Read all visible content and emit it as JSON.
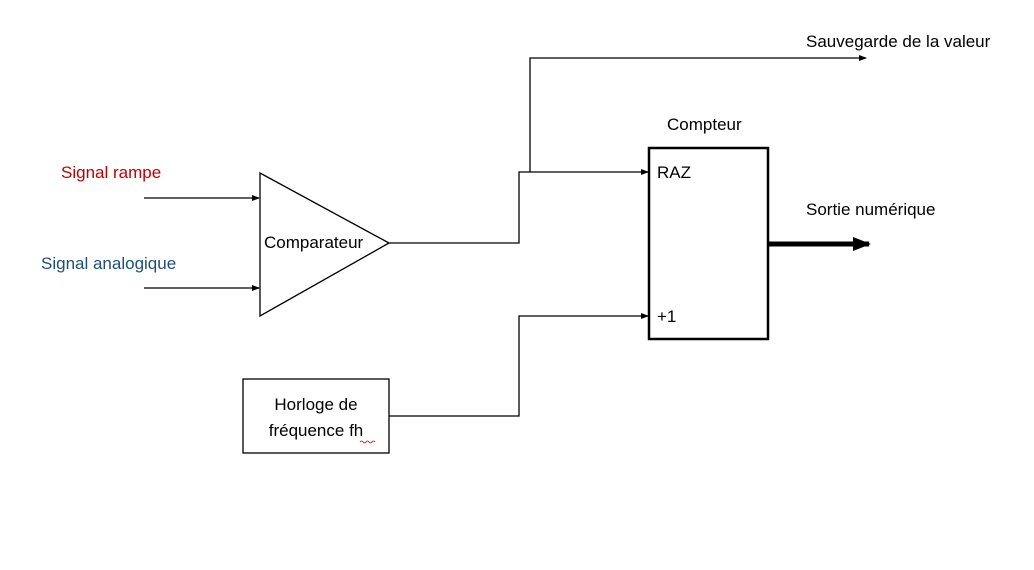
{
  "diagram": {
    "inputs": {
      "signal_rampe": {
        "label": "Signal rampe",
        "color": "#c00000"
      },
      "signal_analogique": {
        "label": "Signal analogique",
        "color": "#1f4e79"
      }
    },
    "comparator": {
      "label": "Comparateur"
    },
    "counter": {
      "title": "Compteur",
      "port_reset": "RAZ",
      "port_increment": "+1"
    },
    "clock": {
      "line1": "Horloge de",
      "line2": "fréquence fh"
    },
    "outputs": {
      "save_value": "Sauvegarde de la valeur",
      "digital_output": "Sortie numérique"
    }
  }
}
